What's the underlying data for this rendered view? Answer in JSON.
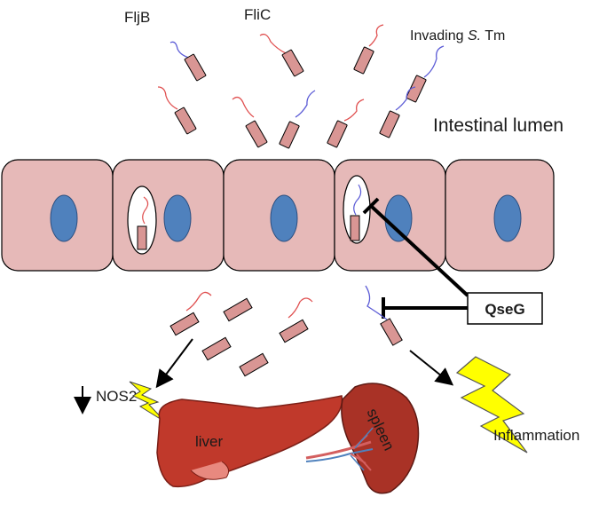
{
  "labels": {
    "fljb": "FljB",
    "flic": "FliC",
    "invading_prefix": "Invading ",
    "invading_species": "S.",
    "invading_suffix": " Tm",
    "lumen": "Intestinal lumen",
    "qseg": "QseG",
    "nos2": "NOS2",
    "liver": "liver",
    "spleen": "spleen",
    "inflammation": "Inflammation"
  },
  "colors": {
    "cell_fill": "#e6b9b8",
    "nucleus": "#4f81bd",
    "bacterium": "#d99694",
    "flagellum_fljb": "#5b5bd6",
    "flagellum_flic": "#e05050",
    "liver": "#c0392b",
    "spleen": "#a93226",
    "lightning": "#ffff00"
  }
}
